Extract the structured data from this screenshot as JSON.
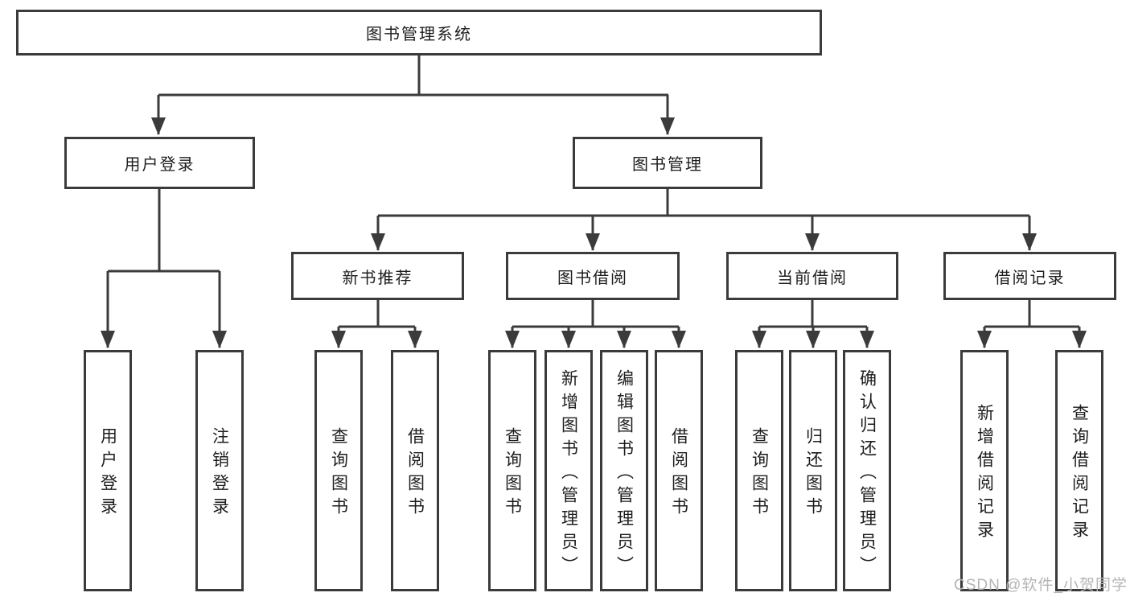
{
  "tree": {
    "root": "图书管理系统",
    "level2": [
      {
        "label": "用户登录",
        "children": [
          "用户登录",
          "注销登录"
        ]
      },
      {
        "label": "图书管理",
        "groups": [
          {
            "label": "新书推荐",
            "children": [
              "查询图书",
              "借阅图书"
            ]
          },
          {
            "label": "图书借阅",
            "children": [
              "查询图书",
              "新增图书（管理员）",
              "编辑图书（管理员）",
              "借阅图书"
            ]
          },
          {
            "label": "当前借阅",
            "children": [
              "查询图书",
              "归还图书",
              "确认归还（管理员）"
            ]
          },
          {
            "label": "借阅记录",
            "children": [
              "新增借阅记录",
              "查询借阅记录"
            ]
          }
        ]
      }
    ]
  },
  "watermark": {
    "text": "CSDN @软件_小贺同学"
  },
  "colors": {
    "line": "#3b3b3b",
    "text": "#1d1d1d",
    "background": "#ffffff",
    "watermark": "#b5b5b5"
  }
}
